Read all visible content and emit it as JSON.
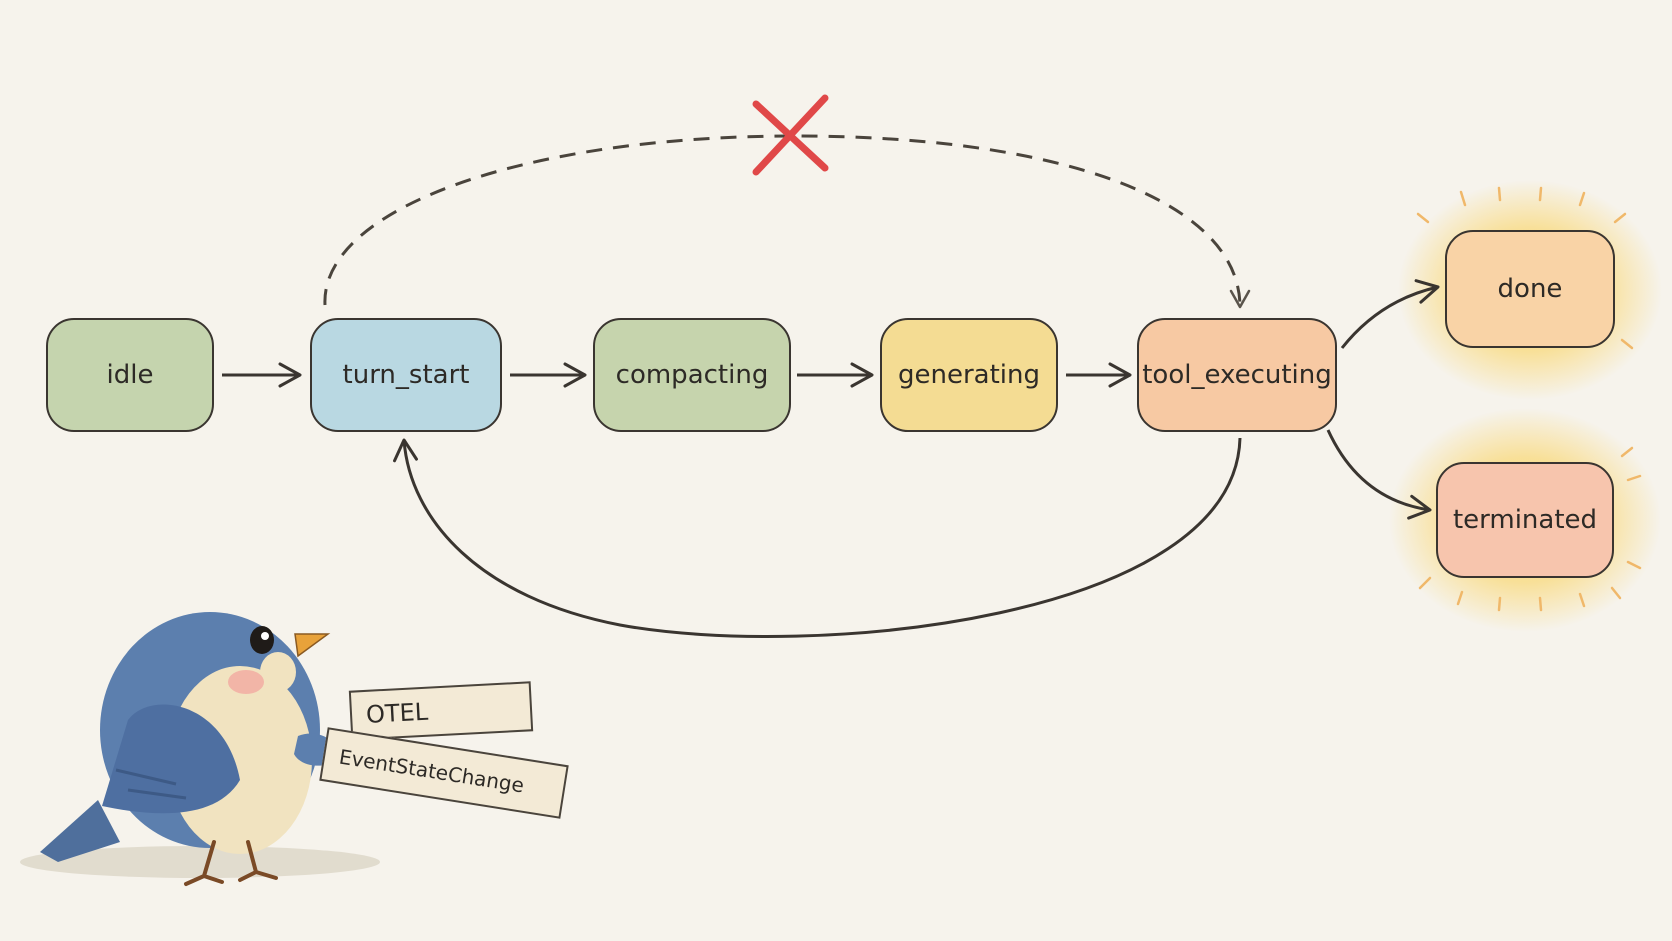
{
  "states": {
    "idle": "idle",
    "turn_start": "turn_start",
    "compacting": "compacting",
    "generating": "generating",
    "tool_executing": "tool_executing",
    "done": "done",
    "terminated": "terminated"
  },
  "tags": {
    "otel": "OTEL",
    "event": "EventStateChange"
  },
  "colors": {
    "idle": "#c5d4ae",
    "turn_start": "#b9d8e2",
    "compacting": "#c6d4ad",
    "generating": "#f4dc93",
    "tool_executing": "#f7c9a3",
    "done": "#f9d3a6",
    "terminated": "#f7c5ad",
    "forbidden_mark": "#e04848",
    "bird": "#5c7fae"
  },
  "icons": [
    "blue-bird",
    "red-x-mark"
  ]
}
